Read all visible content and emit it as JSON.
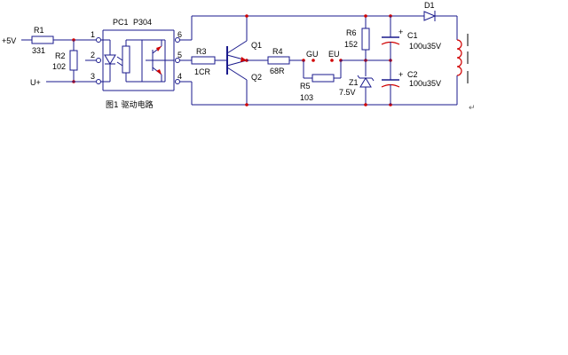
{
  "diagram": {
    "caption": "图1 驱动电路",
    "supply_label": "+5V",
    "input_label": "U+",
    "optocoupler": {
      "ref": "PC1",
      "part": "P304",
      "pins": [
        "1",
        "2",
        "3",
        "4",
        "5",
        "6"
      ]
    },
    "resistors": [
      {
        "ref": "R1",
        "value": "331"
      },
      {
        "ref": "R2",
        "value": "102"
      },
      {
        "ref": "R3",
        "value": "1CR"
      },
      {
        "ref": "R4",
        "value": "68R"
      },
      {
        "ref": "R5",
        "value": "103"
      },
      {
        "ref": "R6",
        "value": "152"
      }
    ],
    "transistors": [
      "Q1",
      "Q2"
    ],
    "nodes": [
      "GU",
      "EU"
    ],
    "zener": {
      "ref": "Z1",
      "value": "7.5V"
    },
    "capacitors": [
      {
        "ref": "C1",
        "value": "100u35V",
        "polarity": "+"
      },
      {
        "ref": "C2",
        "value": "100u35V",
        "polarity": "+"
      }
    ],
    "diode": "D1",
    "paragraph_mark": "↵"
  }
}
